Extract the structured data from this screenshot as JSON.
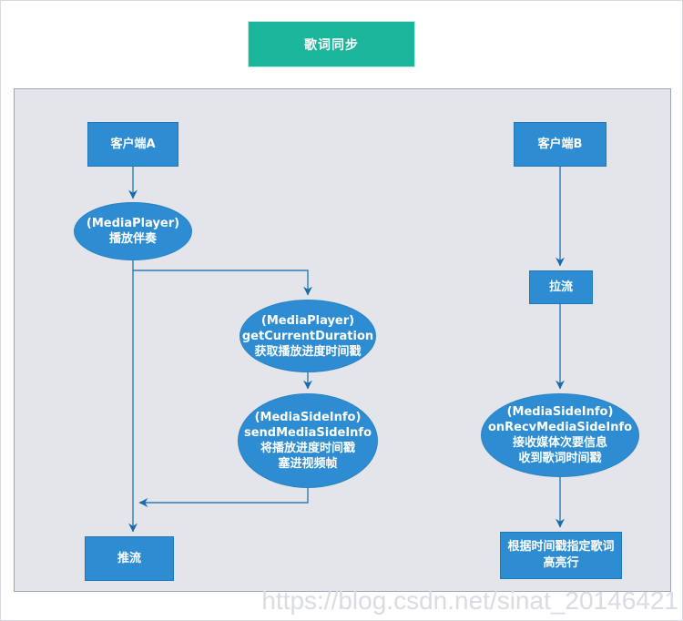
{
  "page": {
    "title": "歌词同步",
    "watermark": "https://blog.csdn.net/sinat_20146421"
  },
  "colors": {
    "title_bg": "#1ab59a",
    "node_fill": "#2e8dd2",
    "node_border": "#2277b8",
    "arrow_line": "#2e7cb5",
    "arrow_head": "#1a6aab",
    "panel_bg": "#e3e5ea",
    "panel_border": "#9fa7b7",
    "node_text": "#ffffff",
    "watermark_text": "#d9dce3"
  },
  "flowchart": {
    "nodes": [
      {
        "id": "client-a",
        "shape": "rect",
        "lines": [
          "客户端A"
        ]
      },
      {
        "id": "play-accompaniment",
        "shape": "ellipse",
        "lines": [
          "(MediaPlayer)",
          "播放伴奏"
        ]
      },
      {
        "id": "get-current-duration",
        "shape": "ellipse",
        "lines": [
          "(MediaPlayer)",
          "getCurrentDuration",
          "获取播放进度时间戳"
        ]
      },
      {
        "id": "send-media-side-info",
        "shape": "ellipse",
        "lines": [
          "(MediaSideInfo)",
          "sendMediaSideInfo",
          "将播放进度时间戳",
          "塞进视频帧"
        ]
      },
      {
        "id": "push-stream",
        "shape": "rect",
        "lines": [
          "推流"
        ]
      },
      {
        "id": "client-b",
        "shape": "rect",
        "lines": [
          "客户端B"
        ]
      },
      {
        "id": "pull-stream",
        "shape": "rect",
        "lines": [
          "拉流"
        ]
      },
      {
        "id": "on-recv-media-side-info",
        "shape": "ellipse",
        "lines": [
          "(MediaSideInfo)",
          "onRecvMediaSideInfo",
          "接收媒体次要信息",
          "收到歌词时间戳"
        ]
      },
      {
        "id": "highlight-lyrics",
        "shape": "rect",
        "lines": [
          "根据时间戳指定歌词",
          "高亮行"
        ]
      }
    ],
    "edges": [
      {
        "from": "client-a",
        "to": "play-accompaniment"
      },
      {
        "from": "play-accompaniment",
        "to": "push-stream"
      },
      {
        "from": "play-accompaniment",
        "to": "get-current-duration"
      },
      {
        "from": "get-current-duration",
        "to": "send-media-side-info"
      },
      {
        "from": "send-media-side-info",
        "to": "push-stream"
      },
      {
        "from": "client-b",
        "to": "pull-stream"
      },
      {
        "from": "pull-stream",
        "to": "on-recv-media-side-info"
      },
      {
        "from": "on-recv-media-side-info",
        "to": "highlight-lyrics"
      }
    ]
  }
}
